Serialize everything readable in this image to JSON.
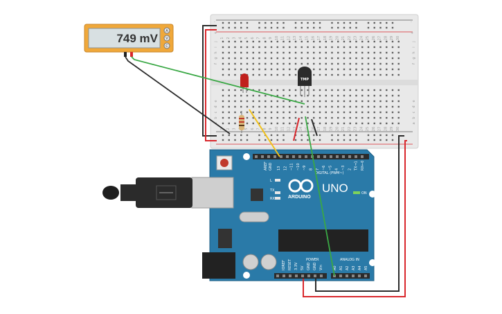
{
  "multimeter": {
    "reading": "749 mV",
    "terminal_labels": [
      "A",
      "V",
      "C"
    ]
  },
  "arduino": {
    "model": "UNO",
    "brand": "ARDUINO",
    "header_digital": "DIGITAL (PWM~)",
    "header_power": "POWER",
    "header_analog": "ANALOG IN",
    "on_label": "ON",
    "tx_label": "TX",
    "rx_label": "RX",
    "l_label": "L",
    "aref_label": "AREF",
    "gnd_label": "GND",
    "power_pins": [
      "IOREF",
      "RESET",
      "3.3V",
      "5V",
      "GND",
      "GND",
      "Vin"
    ],
    "analog_pins": [
      "A0",
      "A1",
      "A2",
      "A3",
      "A4",
      "A5"
    ],
    "digital_pins": [
      "13",
      "12",
      "~11",
      "~10",
      "~9",
      "8",
      "7",
      "~6",
      "~5",
      "4",
      "~3",
      "2",
      "TX→1",
      "RX←0"
    ]
  },
  "sensor": {
    "label": "TMP"
  },
  "breadboard": {
    "column_numbers": [
      "1",
      "2",
      "3",
      "4",
      "5",
      "6",
      "7",
      "8",
      "9",
      "10",
      "11",
      "12",
      "13",
      "14",
      "15",
      "16",
      "17",
      "18",
      "19",
      "20",
      "21",
      "22",
      "23",
      "24",
      "25",
      "26",
      "27",
      "28",
      "29",
      "30"
    ],
    "row_letters_top": [
      "j",
      "i",
      "h",
      "g",
      "f"
    ],
    "row_letters_bottom": [
      "e",
      "d",
      "c",
      "b",
      "a"
    ],
    "rail_plus": "+",
    "rail_minus": "-"
  },
  "colors": {
    "wire_red": "#d9262b",
    "wire_black": "#2b2b2b",
    "wire_green": "#3aa845",
    "wire_yellow": "#f2c21b",
    "board_blue": "#2a7aa8",
    "meter_orange": "#f0a83a",
    "led_red": "#c0201d"
  }
}
